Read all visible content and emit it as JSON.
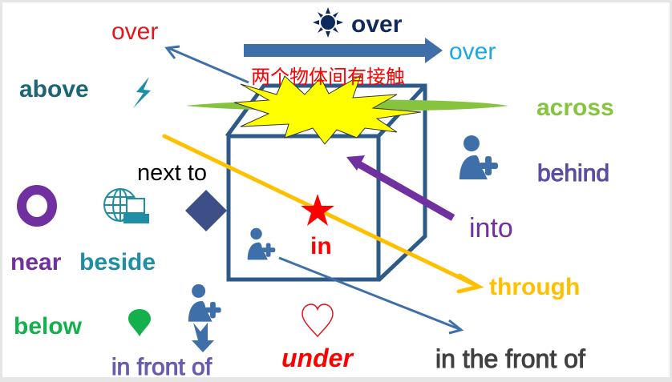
{
  "slide": {
    "title_cn": "两个物体间有接触",
    "words": {
      "over_red": "over",
      "over_top": "over",
      "over_right": "over",
      "above": "above",
      "across": "across",
      "behind": "behind",
      "next_to": "next to",
      "into": "into",
      "near": "near",
      "beside": "beside",
      "in": "in",
      "through": "through",
      "below": "below",
      "in_front_of": "in front of",
      "under": "under",
      "in_the_front_of": "in the front of"
    },
    "colors": {
      "over_red": "#e8141b",
      "over_top": "#0f2a5c",
      "over_right": "#1ea6e0",
      "above": "#1b6577",
      "across": "#86c440",
      "behind": "#5a4ea0",
      "next_to": "#000000",
      "into": "#7030a0",
      "near": "#7030a0",
      "beside": "#1d8ea3",
      "in": "#ff0000",
      "through": "#ffc000",
      "below": "#14b04c",
      "in_front_of": "#6a5ab0",
      "under": "#ff0000",
      "in_the_front_of": "#404040",
      "cube": "#2e5a88",
      "arrow_blue": "#3f6fa8",
      "star_yellow": "#ffff00"
    },
    "icons": [
      "sun-icon",
      "lightning-icon",
      "ring-icon",
      "globe-laptop-icon",
      "diamond-icon",
      "add-user-icon",
      "star-icon",
      "heart-icon",
      "map-pin-icon",
      "down-arrow-icon",
      "explosion-icon"
    ]
  }
}
